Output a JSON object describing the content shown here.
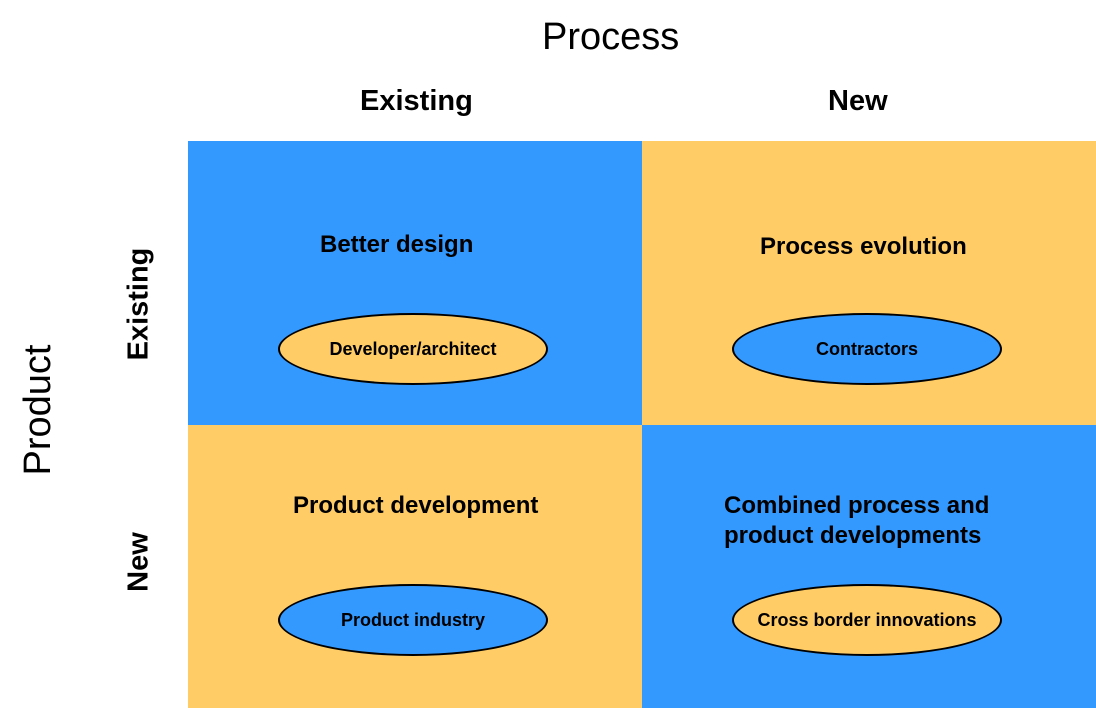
{
  "axes": {
    "top_title": "Process",
    "left_title": "Product"
  },
  "columns": [
    "Existing",
    "New"
  ],
  "rows": [
    "Existing",
    "New"
  ],
  "colors": {
    "blue": "#3399ff",
    "orange": "#ffcc66"
  },
  "cells": [
    {
      "title": "Better design",
      "title_lines": [
        "Better design"
      ],
      "ellipse": "Developer/architect",
      "fill": "#3399ff",
      "ellipse_fill": "#ffcc66"
    },
    {
      "title": "Process evolution",
      "title_lines": [
        "Process evolution"
      ],
      "ellipse": "Contractors",
      "fill": "#ffcc66",
      "ellipse_fill": "#3399ff"
    },
    {
      "title": "Product development",
      "title_lines": [
        "Product development"
      ],
      "ellipse": "Product industry",
      "fill": "#ffcc66",
      "ellipse_fill": "#3399ff"
    },
    {
      "title": "Combined process and product developments",
      "title_lines": [
        "Combined process and",
        "product developments"
      ],
      "ellipse": "Cross border innovations",
      "fill": "#3399ff",
      "ellipse_fill": "#ffcc66"
    }
  ]
}
